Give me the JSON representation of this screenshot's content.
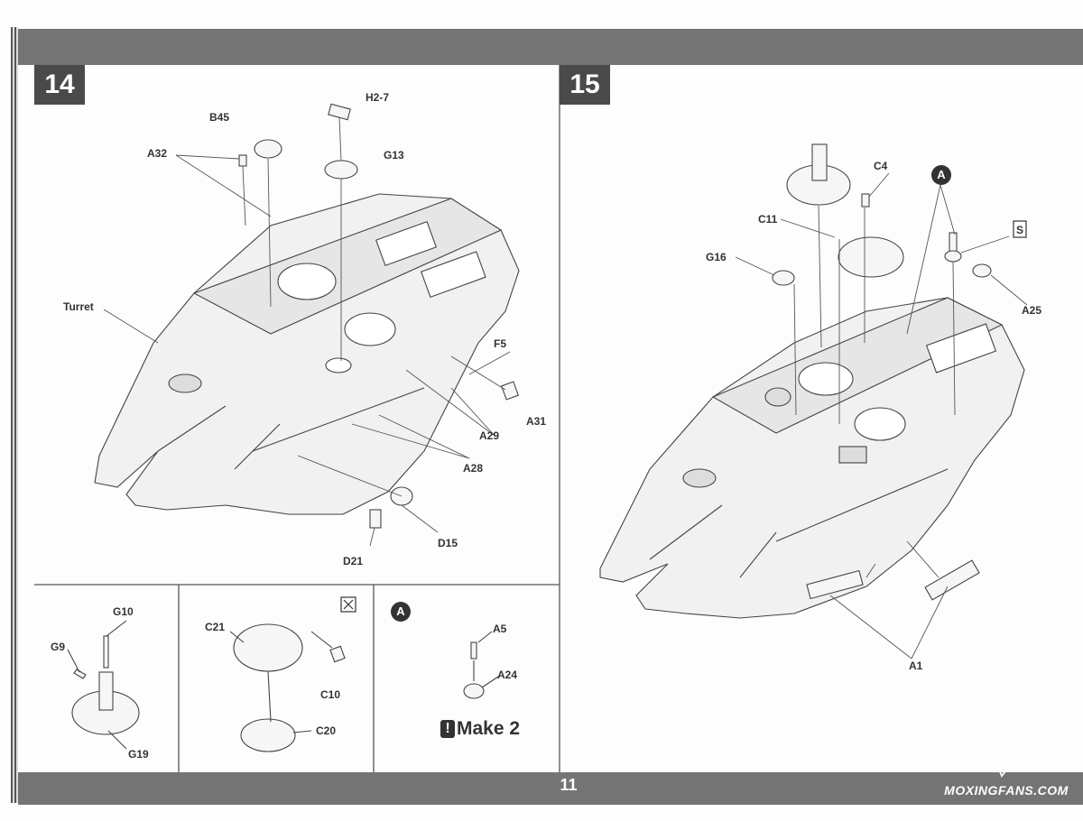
{
  "page_number": "11",
  "step14": {
    "number": "14",
    "labels": {
      "h2_7": "H2-7",
      "b45": "B45",
      "g13": "G13",
      "a32": "A32",
      "turret": "Turret",
      "f5": "F5",
      "a31": "A31",
      "a29": "A29",
      "a28": "A28",
      "d15": "D15",
      "d21": "D21"
    }
  },
  "step15": {
    "number": "15",
    "callout": "A",
    "labels": {
      "c4": "C4",
      "c11": "C11",
      "g16": "G16",
      "a25": "A25",
      "a1": "A1"
    }
  },
  "subassembly_g": {
    "labels": {
      "g10": "G10",
      "g9": "G9",
      "g19": "G19"
    }
  },
  "subassembly_c": {
    "labels": {
      "c21": "C21",
      "c10": "C10",
      "c20": "C20"
    }
  },
  "subassembly_a": {
    "callout": "A",
    "labels": {
      "a5": "A5",
      "a24": "A24"
    },
    "make_icon": "!",
    "make_text": "Make 2"
  },
  "watermark": "MOXINGFANS.COM",
  "icons": [
    "cut-icon",
    "sprue-icon",
    "paper-plane-logo-icon"
  ]
}
